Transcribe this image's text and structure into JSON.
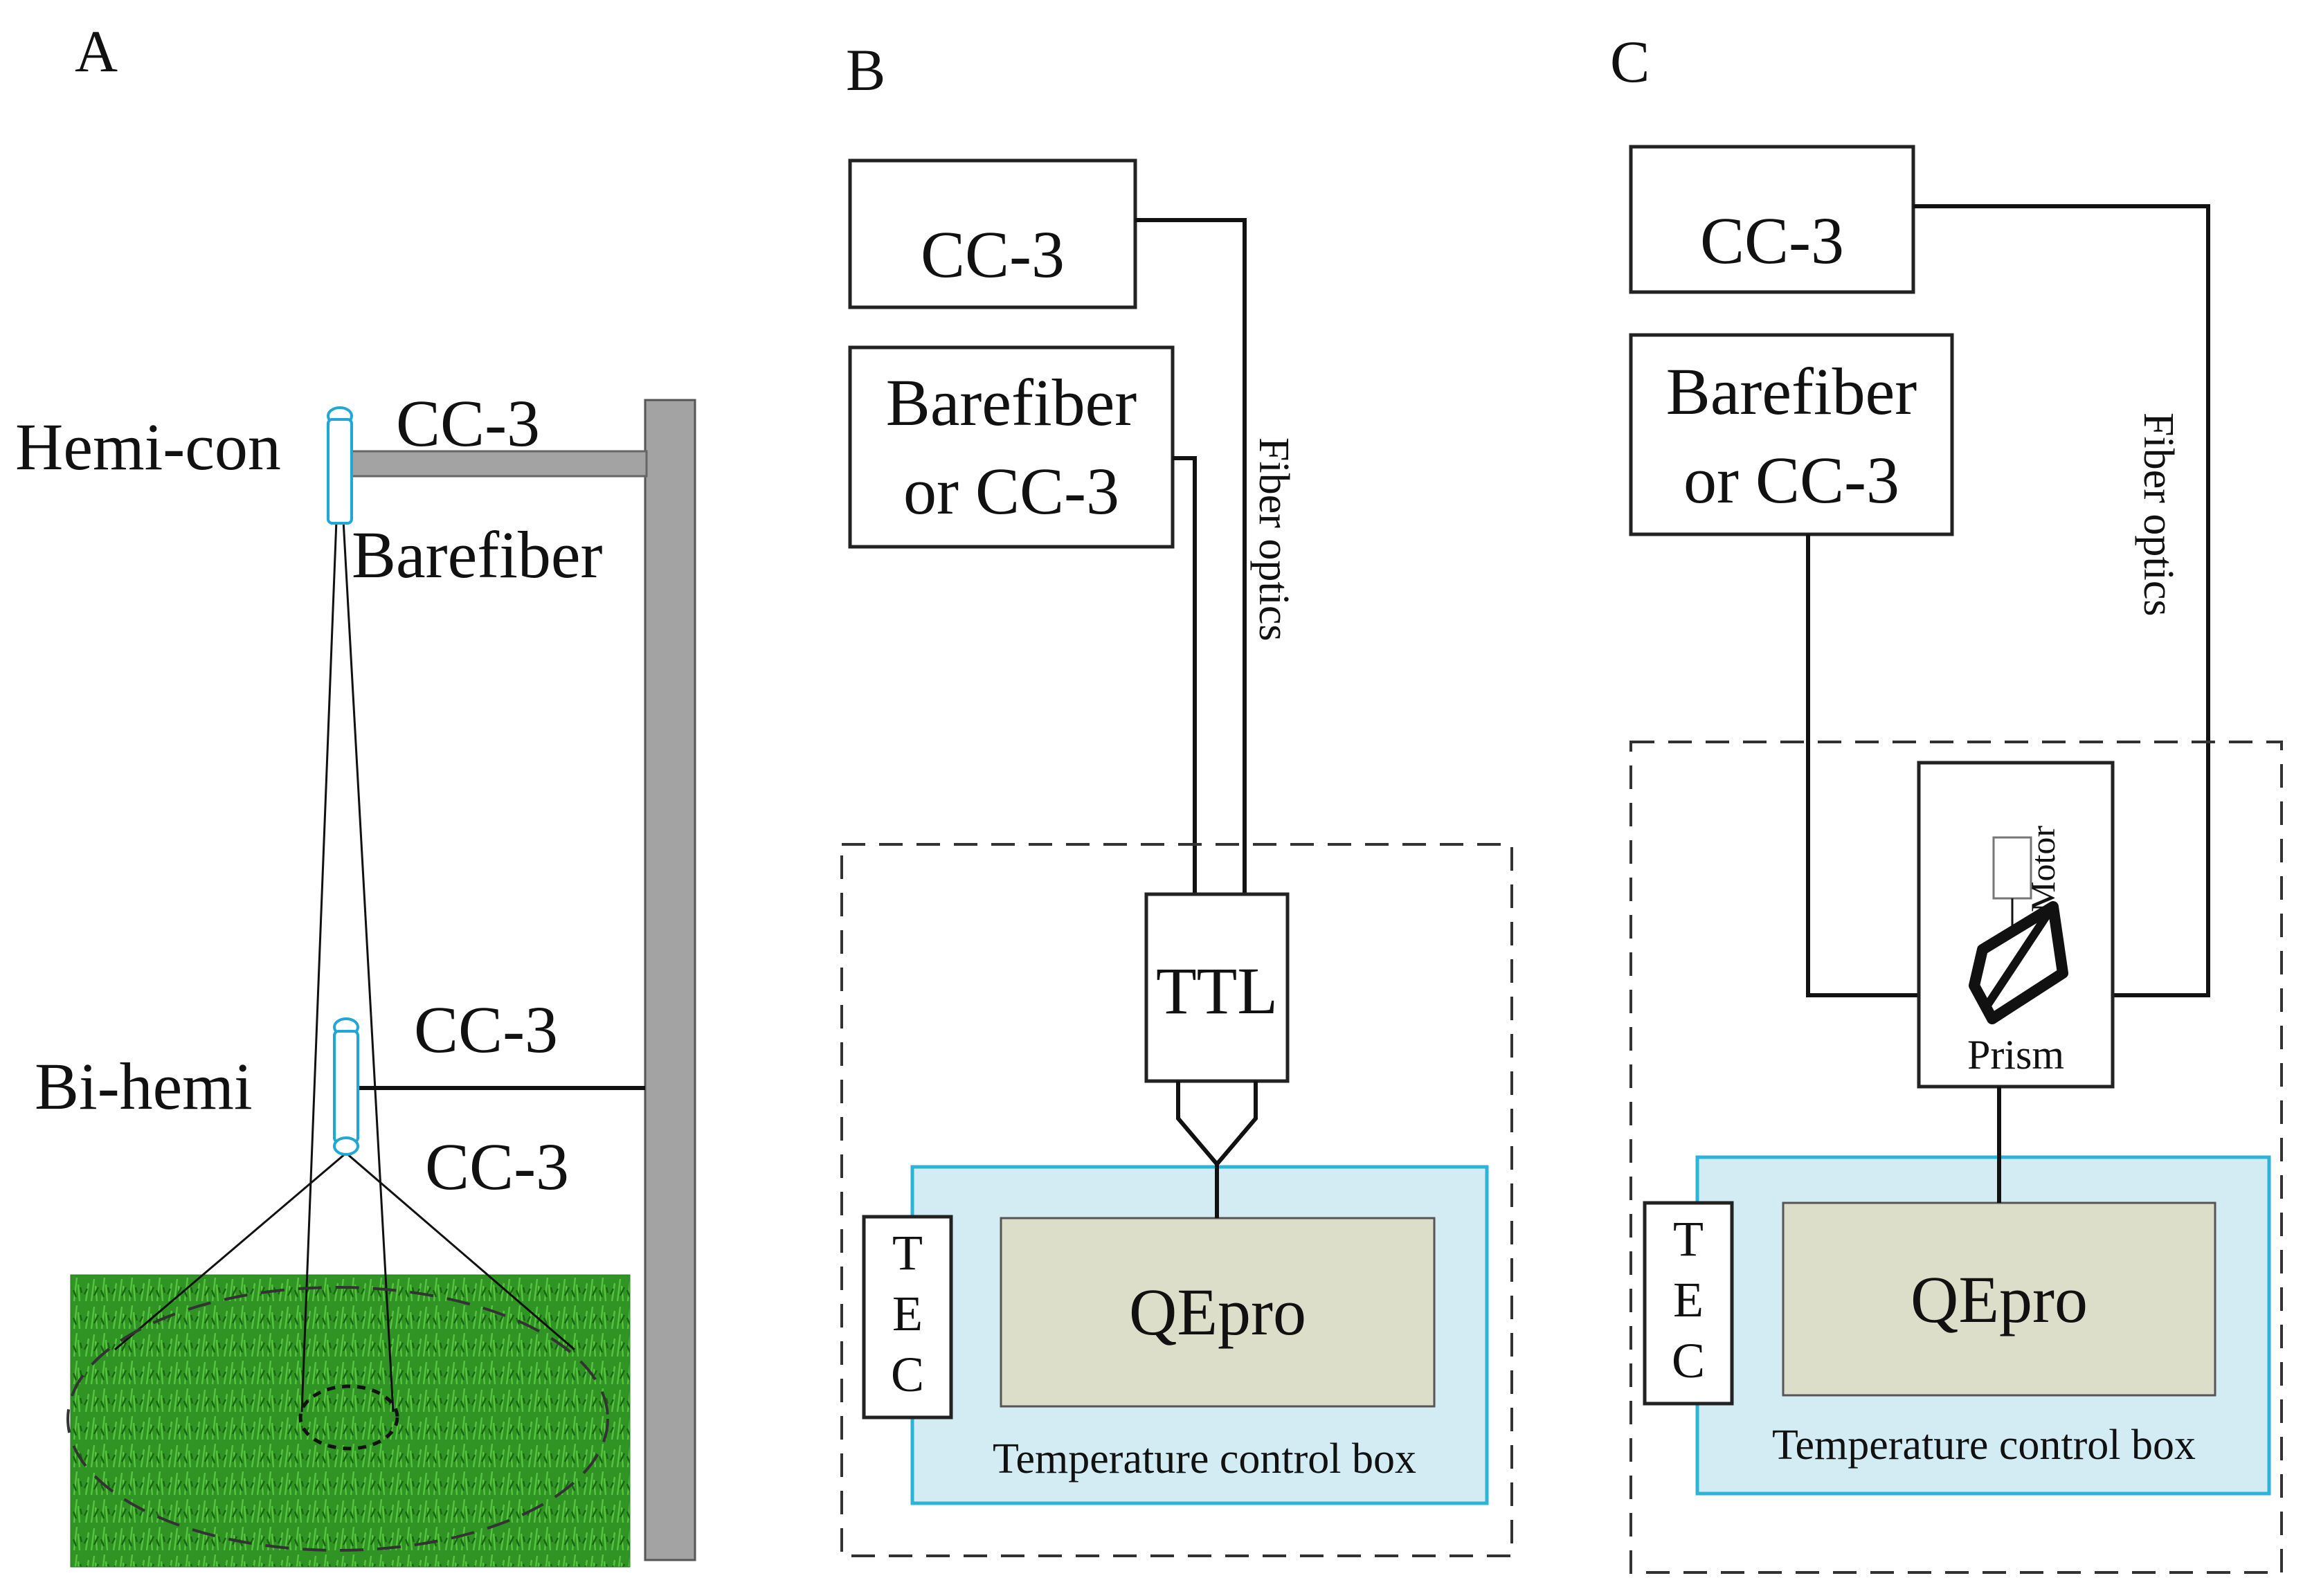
{
  "colors": {
    "sensor": "#1fa7d6",
    "box_fill": "#d3ecf4",
    "box_stroke": "#2bb3d8",
    "qepro_fill": "#dcdec9",
    "pole": "#a3a3a3",
    "grass_dark": "#1f7b18",
    "grass_light": "#49b534"
  },
  "panel_a": {
    "letter": "A",
    "hemi_con": "Hemi-con",
    "cc3_top": "CC-3",
    "barefiber": "Barefiber",
    "bi_hemi": "Bi-hemi",
    "cc3_upper": "CC-3",
    "cc3_lower": "CC-3"
  },
  "panel_b": {
    "letter": "B",
    "cc3": "CC-3",
    "barefiber_line1": "Barefiber",
    "barefiber_line2": "or CC-3",
    "fiber_optics": "Fiber optics",
    "ttl": "TTL",
    "tec": [
      "T",
      "E",
      "C"
    ],
    "qepro": "QEpro",
    "temp_box": "Temperature control box"
  },
  "panel_c": {
    "letter": "C",
    "cc3": "CC-3",
    "barefiber_line1": "Barefiber",
    "barefiber_line2": "or CC-3",
    "fiber_optics": "Fiber optics",
    "motor": "Motor",
    "prism": "Prism",
    "tec": [
      "T",
      "E",
      "C"
    ],
    "qepro": "QEpro",
    "temp_box": "Temperature control box"
  }
}
